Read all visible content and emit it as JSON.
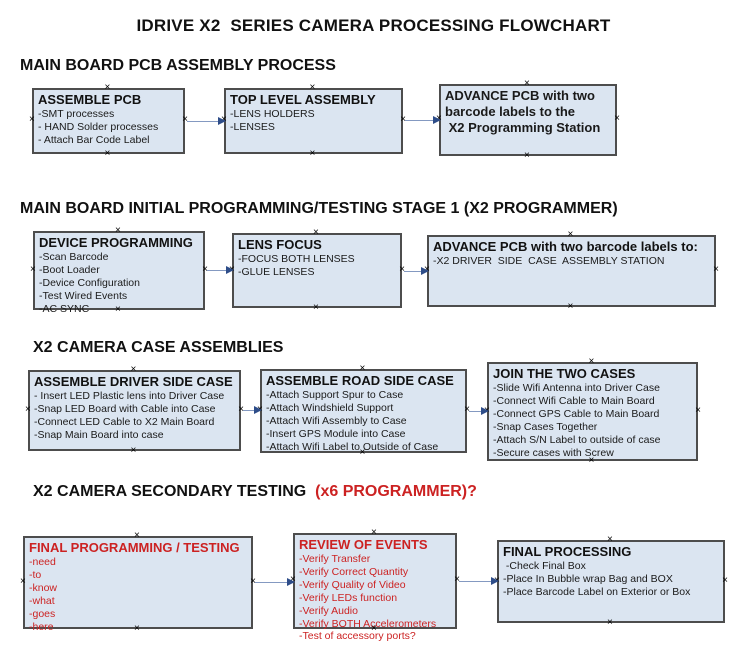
{
  "title": "IDRIVE X2  SERIES CAMERA PROCESSING FLOWCHART",
  "anchor_glyph": "×",
  "colors": {
    "box_fill": "#dbe5f1",
    "box_border": "#4d4d4d",
    "red_text": "#cc2222",
    "connector_line": "#8499c1",
    "connector_head": "#2e4d89"
  },
  "sections": [
    {
      "header": "MAIN BOARD PCB ASSEMBLY PROCESS",
      "header_red": ""
    },
    {
      "header": "MAIN BOARD INITIAL PROGRAMMING/TESTING STAGE 1 (X2 PROGRAMMER)",
      "header_red": ""
    },
    {
      "header": "X2 CAMERA CASE ASSEMBLIES",
      "header_red": ""
    },
    {
      "header": "X2 CAMERA SECONDARY TESTING ",
      "header_red": " (x6 PROGRAMMER)?"
    }
  ],
  "boxes": [
    {
      "key": "a",
      "name": "assemble-pcb",
      "title": "ASSEMBLE PCB",
      "red": false,
      "bold_lines": false,
      "lines": [
        "-SMT processes",
        "- HAND Solder processes",
        "- Attach Bar Code Label"
      ]
    },
    {
      "key": "b",
      "name": "top-level-assembly",
      "title": "TOP LEVEL ASSEMBLY",
      "red": false,
      "bold_lines": false,
      "lines": [
        "-LENS HOLDERS",
        "-LENSES"
      ]
    },
    {
      "key": "c",
      "name": "advance-pcb-to-programming-station",
      "title": "",
      "red": false,
      "bold_lines": true,
      "lines": [
        "ADVANCE PCB with two",
        "barcode labels to the",
        " X2 Programming Station"
      ]
    },
    {
      "key": "d",
      "name": "device-programming",
      "title": "DEVICE PROGRAMMING",
      "red": false,
      "bold_lines": false,
      "lines": [
        "-Scan Barcode",
        "-Boot Loader",
        "-Device Configuration",
        "-Test Wired Events",
        "-AC SYNC"
      ]
    },
    {
      "key": "e",
      "name": "lens-focus",
      "title": "LENS FOCUS",
      "red": false,
      "bold_lines": false,
      "lines": [
        "-FOCUS BOTH LENSES",
        "-GLUE LENSES"
      ]
    },
    {
      "key": "f",
      "name": "advance-pcb-to-driver-side-station",
      "title": "ADVANCE PCB with two barcode labels to:",
      "red": false,
      "bold_lines": false,
      "lines": [
        "-X2 DRIVER  SIDE  CASE  ASSEMBLY STATION"
      ]
    },
    {
      "key": "g",
      "name": "assemble-driver-side-case",
      "title": "ASSEMBLE DRIVER SIDE CASE",
      "red": false,
      "bold_lines": false,
      "lines": [
        "- Insert LED Plastic lens into Driver Case",
        "-Snap LED Board with Cable into Case",
        "-Connect LED Cable to X2 Main Board",
        "-Snap Main Board into case"
      ]
    },
    {
      "key": "h",
      "name": "assemble-road-side-case",
      "title": "ASSEMBLE ROAD SIDE CASE",
      "red": false,
      "bold_lines": false,
      "lines": [
        "-Attach Support Spur to Case",
        "-Attach Windshield Support",
        "-Attach Wifi Assembly to Case",
        "-Insert GPS Module into Case",
        "-Attach Wifi Label to Outside of Case"
      ]
    },
    {
      "key": "i",
      "name": "join-the-two-cases",
      "title": "JOIN THE TWO CASES",
      "red": false,
      "bold_lines": false,
      "lines": [
        "-Slide Wifi Antenna into Driver Case",
        "-Connect Wifi Cable to Main Board",
        "-Connect GPS Cable to Main Board",
        "-Snap Cases Together",
        "-Attach S/N Label to outside of case",
        "-Secure cases with Screw"
      ]
    },
    {
      "key": "j",
      "name": "final-programming-testing",
      "title": "FINAL PROGRAMMING / TESTING",
      "red": true,
      "bold_lines": false,
      "lines": [
        "-need",
        "-to",
        "-know",
        "-what",
        "-goes",
        "-here"
      ]
    },
    {
      "key": "k",
      "name": "review-of-events",
      "title": "REVIEW OF EVENTS",
      "red": true,
      "bold_lines": false,
      "lines": [
        "-Verify Transfer",
        "-Verify Correct Quantity",
        "-Verify Quality of Video",
        "-Verify LEDs function",
        "-Verify Audio",
        "-Verify BOTH Accelerometers",
        "-Test of accessory ports?"
      ]
    },
    {
      "key": "l",
      "name": "final-processing",
      "title": "FINAL PROCESSING",
      "red": false,
      "bold_lines": false,
      "lines": [
        " -Check Final Box",
        "-Place In Bubble wrap Bag and BOX",
        "-Place Barcode Label on Exterior or Box"
      ]
    }
  ],
  "connectors": [
    {
      "key": "c1",
      "from": "assemble-pcb",
      "to": "top-level-assembly"
    },
    {
      "key": "c2",
      "from": "top-level-assembly",
      "to": "advance-pcb-to-programming-station"
    },
    {
      "key": "c3",
      "from": "device-programming",
      "to": "lens-focus"
    },
    {
      "key": "c4",
      "from": "lens-focus",
      "to": "advance-pcb-to-driver-side-station"
    },
    {
      "key": "c5",
      "from": "assemble-driver-side-case",
      "to": "assemble-road-side-case"
    },
    {
      "key": "c6",
      "from": "assemble-road-side-case",
      "to": "join-the-two-cases"
    },
    {
      "key": "c7",
      "from": "final-programming-testing",
      "to": "review-of-events"
    },
    {
      "key": "c8",
      "from": "review-of-events",
      "to": "final-processing"
    }
  ]
}
